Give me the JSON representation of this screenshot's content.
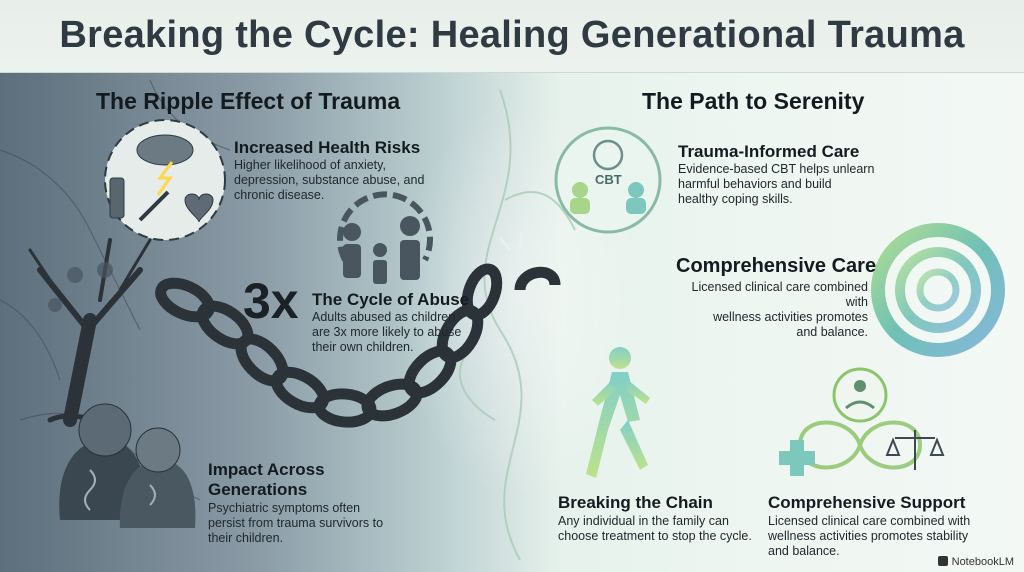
{
  "title": "Breaking the Cycle: Healing Generational Trauma",
  "left": {
    "heading": "The Ripple Effect of Trauma",
    "health": {
      "title": "Increased Health Risks",
      "text": [
        "Higher likelihood of anxiety,",
        "depression, substance abuse, and",
        "chronic disease."
      ]
    },
    "cycle": {
      "multiplier": "3x",
      "title": "The Cycle of Abuse",
      "text": [
        "Adults abused as children",
        "are 3x more likely to abuse",
        "their own children."
      ]
    },
    "impact": {
      "title": [
        "Impact Across",
        "Generations"
      ],
      "text": [
        "Psychiatric symptoms often",
        "persist from trauma survivors to",
        "their children."
      ]
    }
  },
  "right": {
    "heading": "The Path to Serenity",
    "cbt_badge": "CBT",
    "trauma_care": {
      "title": "Trauma-Informed Care",
      "text": [
        "Evidence-based CBT helps unlearn",
        "harmful behaviors and build",
        "healthy coping skills."
      ]
    },
    "comprehensive_care": {
      "title": "Comprehensive Care",
      "text": [
        "Licensed clinical care combined with",
        "wellness activities promotes",
        "and balance."
      ]
    },
    "breaking_chain": {
      "title": "Breaking the Chain",
      "text": [
        "Any individual in the family can",
        "choose treatment to stop the cycle."
      ]
    },
    "comprehensive_support": {
      "title": "Comprehensive Support",
      "text": [
        "Licensed clinical care combined with",
        "wellness activities promotes stability",
        "and balance."
      ]
    }
  },
  "footer": "NotebookLM",
  "colors": {
    "accent_teal": "#4fb3a6",
    "accent_green": "#8cc46a",
    "dark_chain": "#2b3238"
  }
}
